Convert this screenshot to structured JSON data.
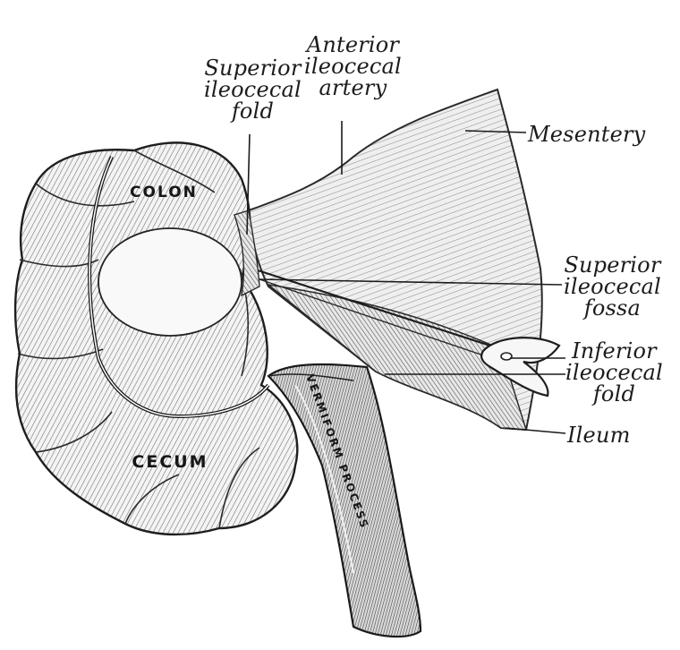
{
  "labels": {
    "anterior_ileocecal_artery": [
      "Anterior",
      "ileocecal",
      "artery"
    ],
    "superior_ileocecal_fold": [
      "Superior",
      "ileocecal",
      "fold"
    ],
    "mesentery": "Mesentery",
    "superior_ileocecal_fossa": [
      "Superior",
      "ileocecal",
      "fossa"
    ],
    "inferior_ileocecal_fold": [
      "Inferior",
      "ileocecal",
      "fold"
    ],
    "ileum": "Ileum"
  },
  "organs": {
    "colon": "COLON",
    "cecum": "CECUM",
    "vermiform": "VERMIFORM PROCESS"
  }
}
